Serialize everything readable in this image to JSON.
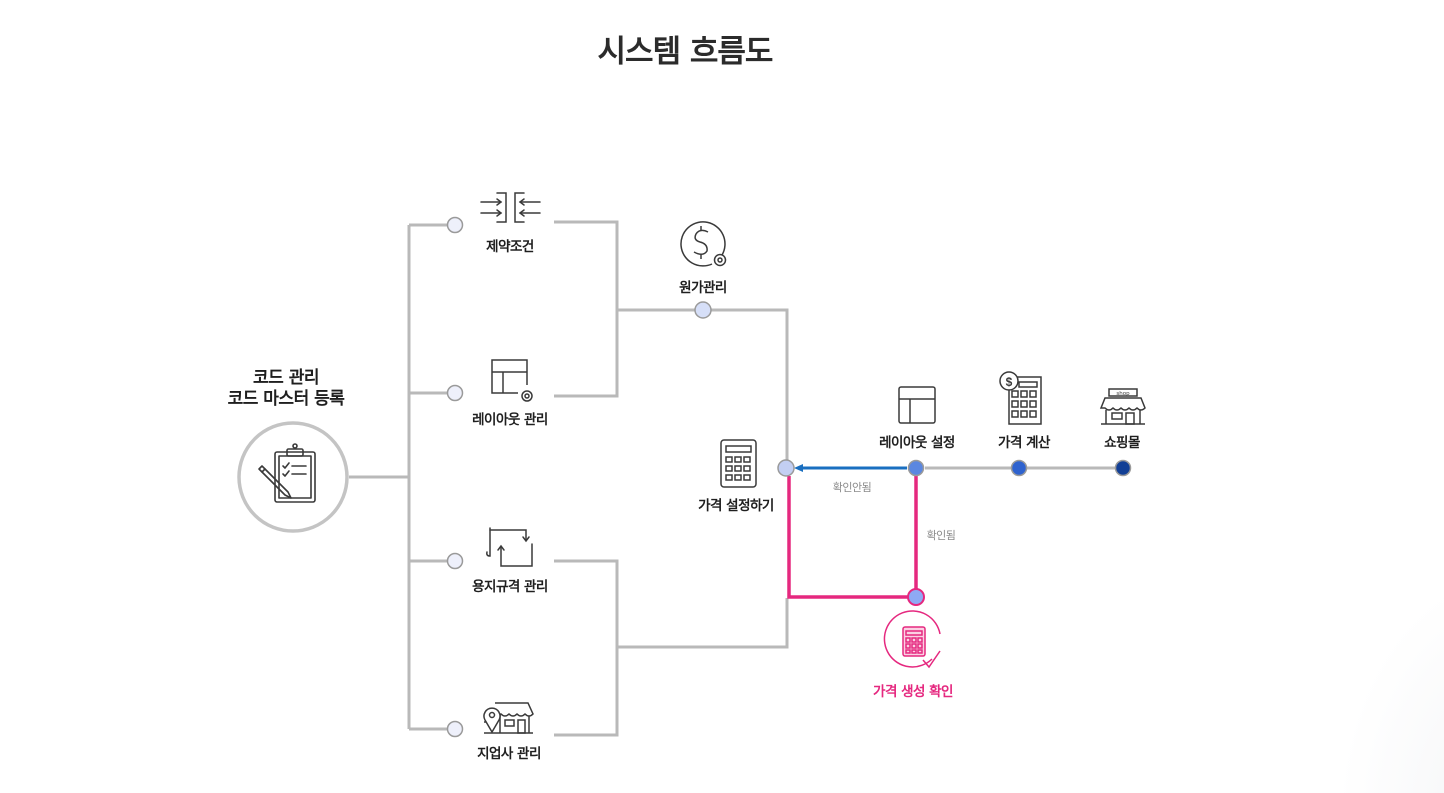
{
  "title": "시스템 흐름도",
  "root": {
    "line1": "코드 관리",
    "line2": "코드 마스터 등록",
    "icon": "clipboard-checklist-pencil-icon"
  },
  "branches": [
    {
      "label": "제약조건",
      "icon": "constraint-arrows-icon"
    },
    {
      "label": "레이아웃 관리",
      "icon": "layout-gear-icon"
    },
    {
      "label": "용지규격 관리",
      "icon": "paper-rotate-icon"
    },
    {
      "label": "지업사 관리",
      "icon": "store-location-icon"
    }
  ],
  "cost": {
    "label": "원가관리",
    "icon": "dollar-gear-icon"
  },
  "price_setting": {
    "label": "가격 설정하기",
    "icon": "calculator-icon"
  },
  "pipeline": [
    {
      "label": "레이아웃 설정",
      "icon": "layout-icon"
    },
    {
      "label": "가격 계산",
      "icon": "dollar-calculator-icon"
    },
    {
      "label": "쇼핑몰",
      "icon": "shop-icon",
      "sign": "shop"
    }
  ],
  "confirm": {
    "label": "가격 생성 확인",
    "icon": "calculator-check-icon"
  },
  "edges": {
    "not_confirmed": "확인안됨",
    "confirmed": "확인됨"
  },
  "colors": {
    "line": "#b9b9b9",
    "blue_arrow": "#1a6fc0",
    "pink": "#e5287f",
    "node_light": "#eef0fb",
    "node_mid": "#c3cff3",
    "node_blue1": "#5b87e0",
    "node_blue2": "#2f63cf",
    "node_blue3": "#123f95",
    "node_pink_fill": "#8eaaf4"
  }
}
